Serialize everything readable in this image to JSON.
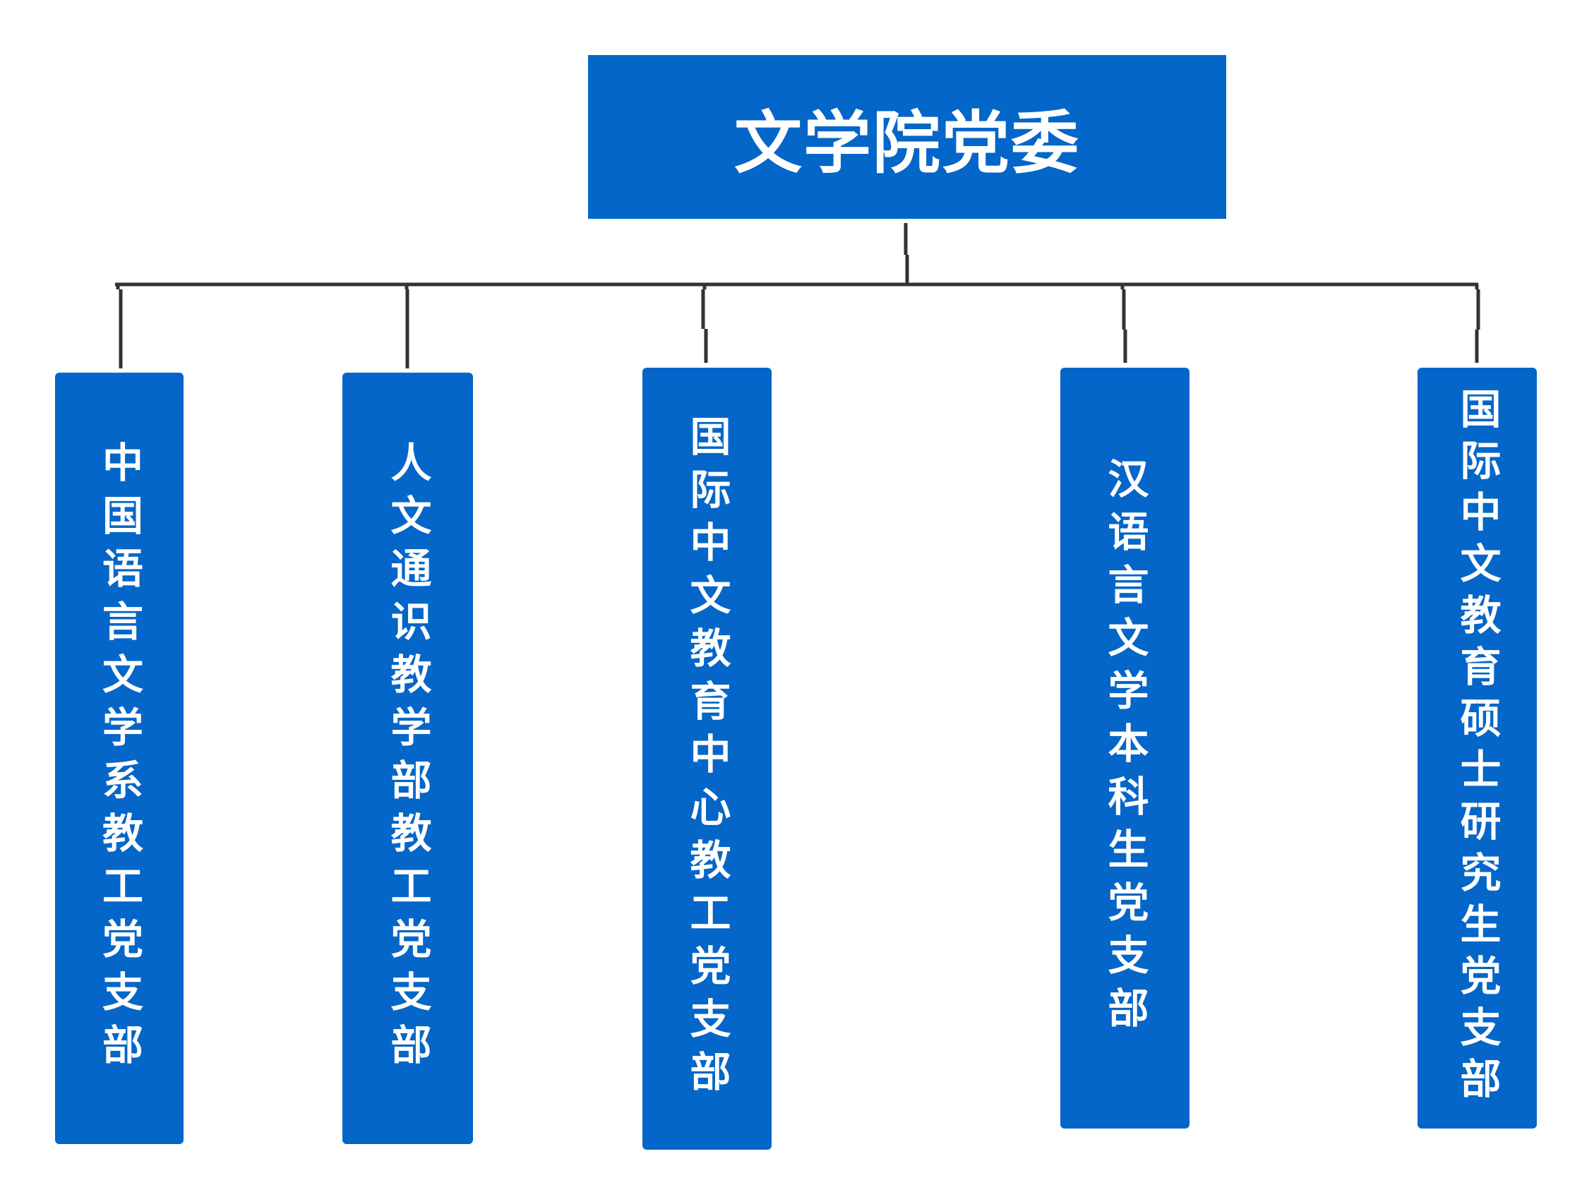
{
  "colors": {
    "box": "#0466c8",
    "text": "#ffffff",
    "line": "#333333"
  },
  "root": {
    "label": "文学院党委"
  },
  "branches": [
    {
      "label": "中国语言文学系教工党支部"
    },
    {
      "label": "人文通识教学部教工党支部"
    },
    {
      "label": "国际中文教育中心教工党支部"
    },
    {
      "label": "汉语言文学本科生党支部"
    },
    {
      "label": "国际中文教育硕士研究生党支部"
    }
  ]
}
